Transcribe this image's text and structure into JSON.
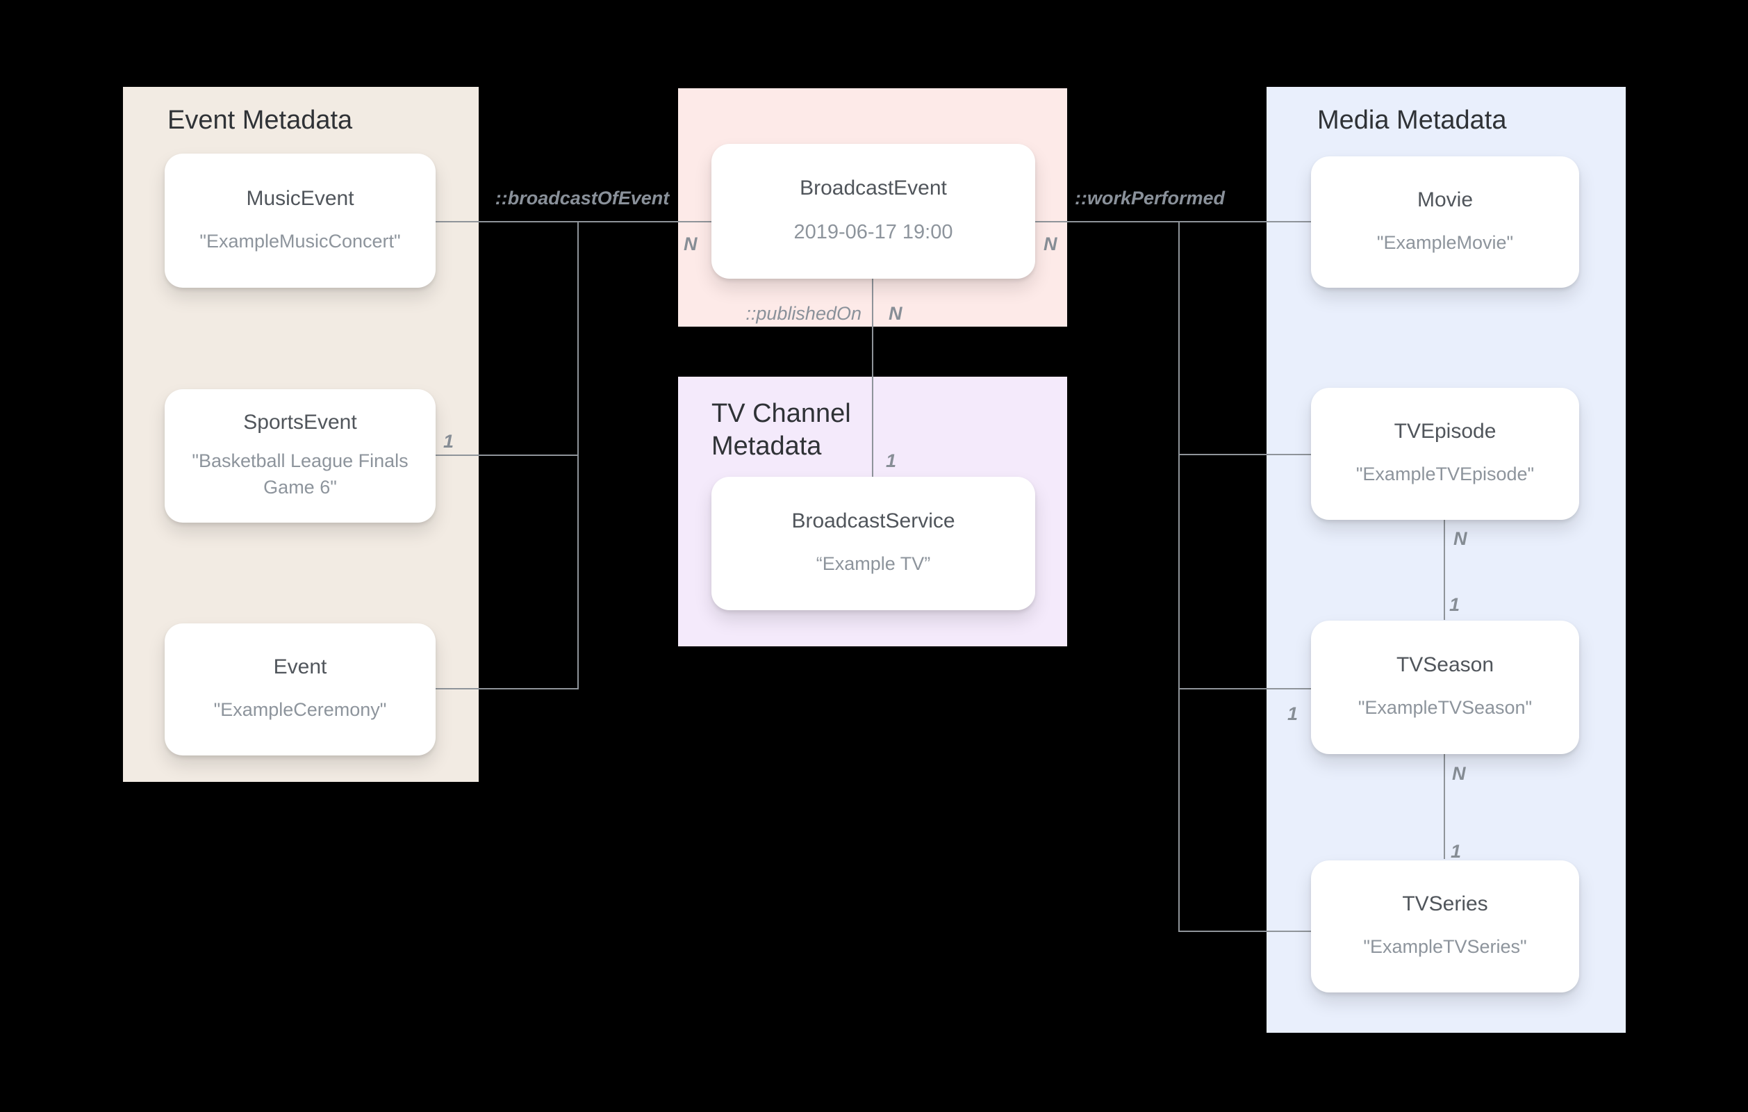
{
  "panels": {
    "event": {
      "title": "Event Metadata",
      "bg": "#f2ebe3"
    },
    "broadcast": {
      "bg": "#fdeae8"
    },
    "tv_channel": {
      "title": "TV Channel Metadata",
      "bg": "#f4eafb"
    },
    "media": {
      "title": "Media Metadata",
      "bg": "#e9effc"
    }
  },
  "cards": {
    "music_event": {
      "title": "MusicEvent",
      "subtitle": "\"ExampleMusicConcert\""
    },
    "sports_event": {
      "title": "SportsEvent",
      "subtitle": "\"Basketball League Finals Game 6\""
    },
    "event": {
      "title": "Event",
      "subtitle": "\"ExampleCeremony\""
    },
    "broadcast_event": {
      "title": "BroadcastEvent",
      "subtitle": "2019-06-17 19:00"
    },
    "broadcast_service": {
      "title": "BroadcastService",
      "subtitle": "“Example TV”"
    },
    "movie": {
      "title": "Movie",
      "subtitle": "\"ExampleMovie\""
    },
    "tv_episode": {
      "title": "TVEpisode",
      "subtitle": "\"ExampleTVEpisode\""
    },
    "tv_season": {
      "title": "TVSeason",
      "subtitle": "\"ExampleTVSeason\""
    },
    "tv_series": {
      "title": "TVSeries",
      "subtitle": "\"ExampleTVSeries\""
    }
  },
  "connectors": {
    "broadcast_of_event": {
      "label": "::broadcastOfEvent"
    },
    "work_performed": {
      "label": "::workPerformed"
    },
    "published_on": {
      "label": "::publishedOn"
    }
  },
  "marks": {
    "broadcast_left_n": "N",
    "broadcast_right_n": "N",
    "published_on_n": "N",
    "published_on_1": "1",
    "sports_1": "1",
    "episode_season_n": "N",
    "episode_season_1": "1",
    "season_left_1": "1",
    "season_series_n": "N",
    "season_series_1": "1"
  },
  "colors": {
    "background": "#000000",
    "line": "#8f949a",
    "card_bg": "#ffffff"
  }
}
